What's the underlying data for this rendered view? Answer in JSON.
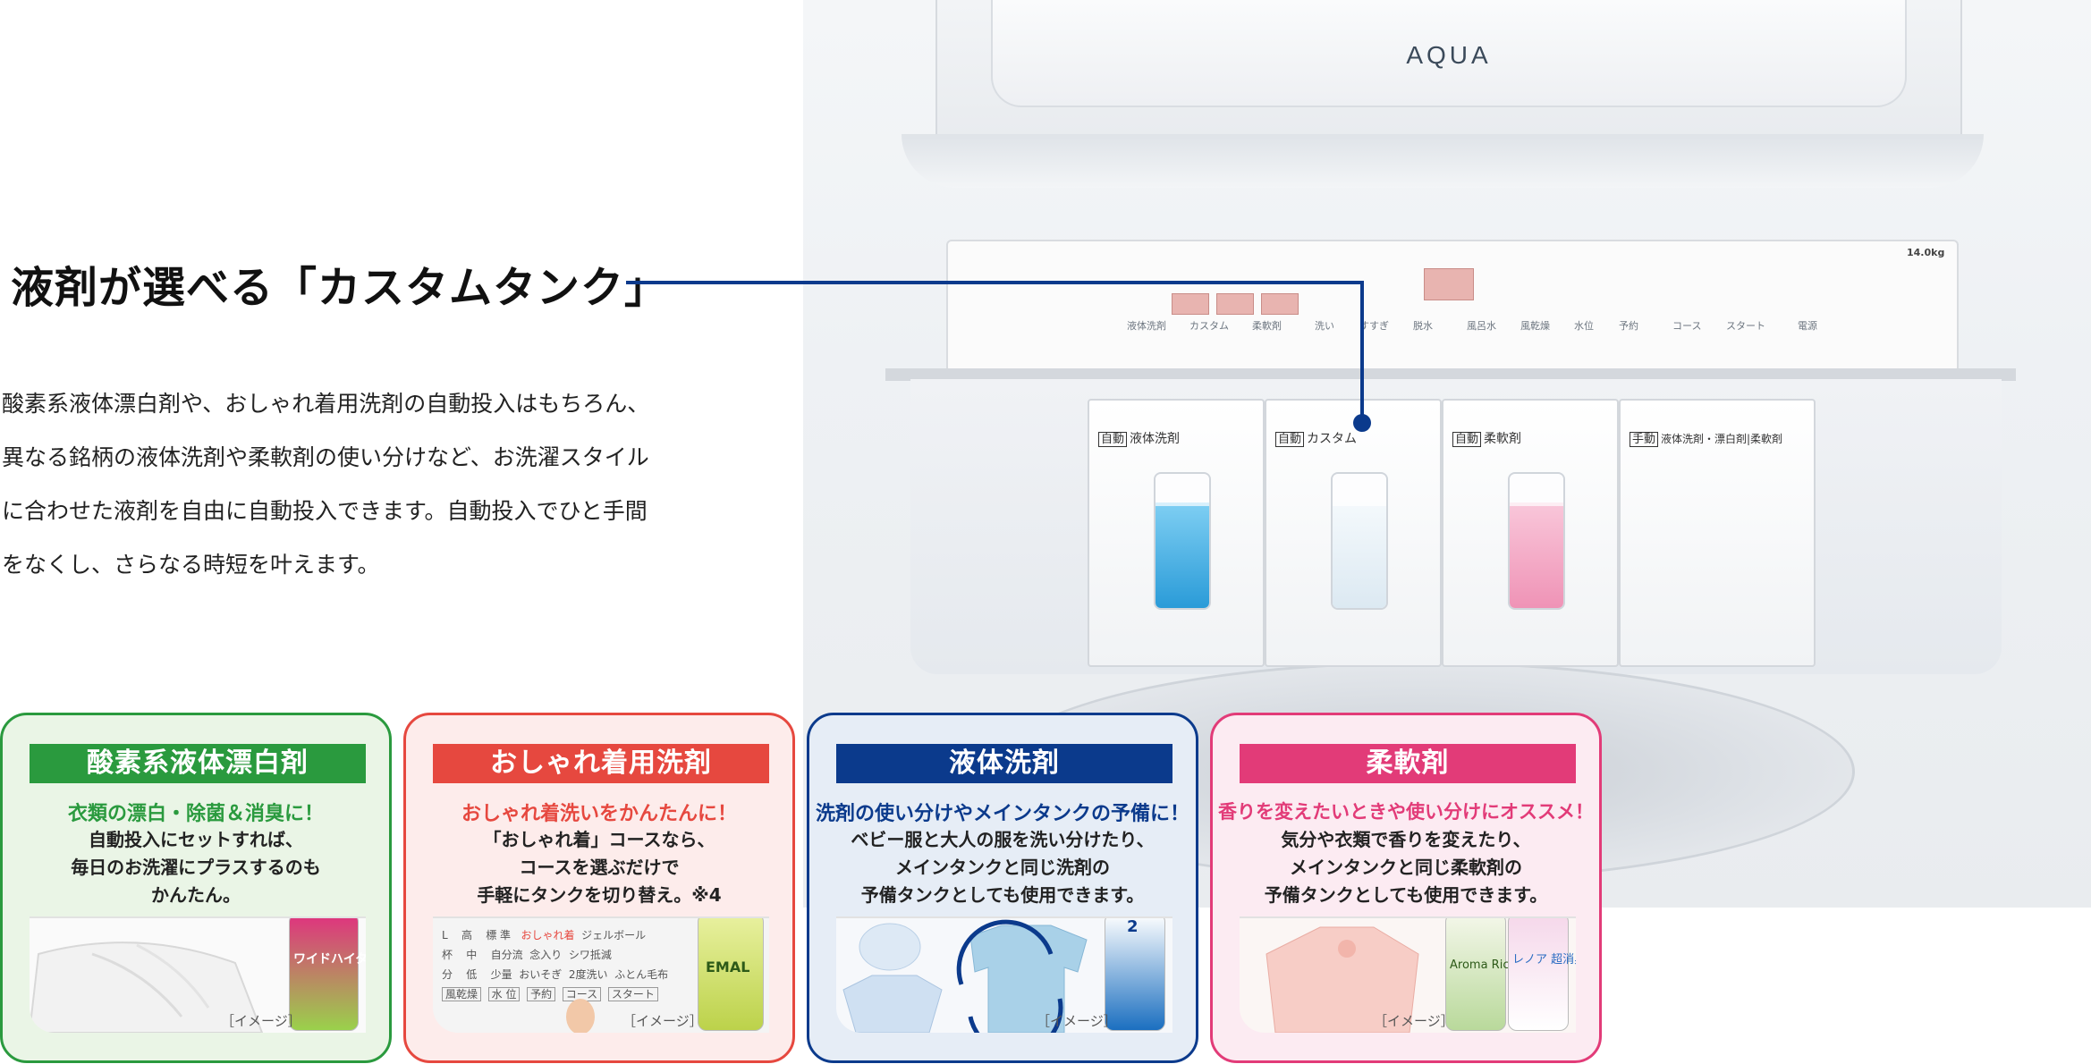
{
  "machine": {
    "brand": "AQUA",
    "model_badge": "14.0kg",
    "panel_labels": [
      "液体洗剤",
      "カスタム",
      "柔軟剤",
      "洗い",
      "すすぎ",
      "脱水",
      "風呂水",
      "風乾燥",
      "水位",
      "予約",
      "コース",
      "スタート",
      "電源"
    ],
    "drawers": [
      {
        "mode": "自動",
        "label": "液体洗剤",
        "color": "#3aa7e0"
      },
      {
        "mode": "自動",
        "label": "カスタム",
        "color": "#dce9f2"
      },
      {
        "mode": "自動",
        "label": "柔軟剤",
        "color": "#f2a7c1"
      },
      {
        "mode": "手動",
        "label": "液体洗剤・漂白剤|柔軟剤",
        "color": ""
      }
    ]
  },
  "headline": "液剤が選べる「カスタムタンク」",
  "description": [
    "酸素系液体漂白剤や、おしゃれ着用洗剤の自動投入はもちろん、",
    "異なる銘柄の液体洗剤や柔軟剤の使い分けなど、お洗濯スタイル",
    "に合わせた液剤を自由に自動投入できます。自動投入でひと手間",
    "をなくし、さらなる時短を叶えます。"
  ],
  "cards": [
    {
      "title": "酸素系液体漂白剤",
      "color": "#2a9a3e",
      "bg": "#eaf5e6",
      "subtitle": "衣類の漂白・除菌＆消臭に！",
      "body": [
        "自動投入にセットすれば、",
        "毎日のお洗濯にプラスするのも",
        "かんたん。"
      ],
      "image_tag": "［イメージ］",
      "product_text": "ワイドハイター"
    },
    {
      "title": "おしゃれ着用洗剤",
      "color": "#e6483f",
      "bg": "#fdeceb",
      "subtitle": "おしゃれ着洗いをかんたんに！",
      "body": [
        "「おしゃれ着」コースなら、",
        "コースを選ぶだけで",
        "手軽にタンクを切り替え。※4"
      ],
      "image_tag": "［イメージ］",
      "product_text": "EMAL",
      "panel_words": [
        "L",
        "高",
        "標 準",
        "おしゃれ着",
        "ジェルボール",
        "杯",
        "中",
        "自分流",
        "念入り",
        "シワ抵減",
        "分",
        "低",
        "少量",
        "おいそぎ",
        "2度洗い",
        "ふとん毛布",
        "風乾燥",
        "水 位",
        "予約",
        "コース",
        "スタート"
      ]
    },
    {
      "title": "液体洗剤",
      "color": "#0b3a8c",
      "bg": "#e6edf6",
      "subtitle": "洗剤の使い分けやメインタンクの予備に！",
      "body": [
        "ベビー服と大人の服を洗い分けたり、",
        "メインタンクと同じ洗剤の",
        "予備タンクとしても使用できます。"
      ],
      "image_tag": "［イメージ］",
      "product_text": "2"
    },
    {
      "title": "柔軟剤",
      "color": "#e23b78",
      "bg": "#fcebf2",
      "subtitle": "香りを変えたいときや使い分けにオススメ！",
      "body": [
        "気分や衣類で香りを変えたり、",
        "メインタンクと同じ柔軟剤の",
        "予備タンクとしても使用できます。"
      ],
      "image_tag": "［イメージ］",
      "product_text": "Aroma Rich",
      "product_text2": "レノア 超消臭"
    }
  ]
}
